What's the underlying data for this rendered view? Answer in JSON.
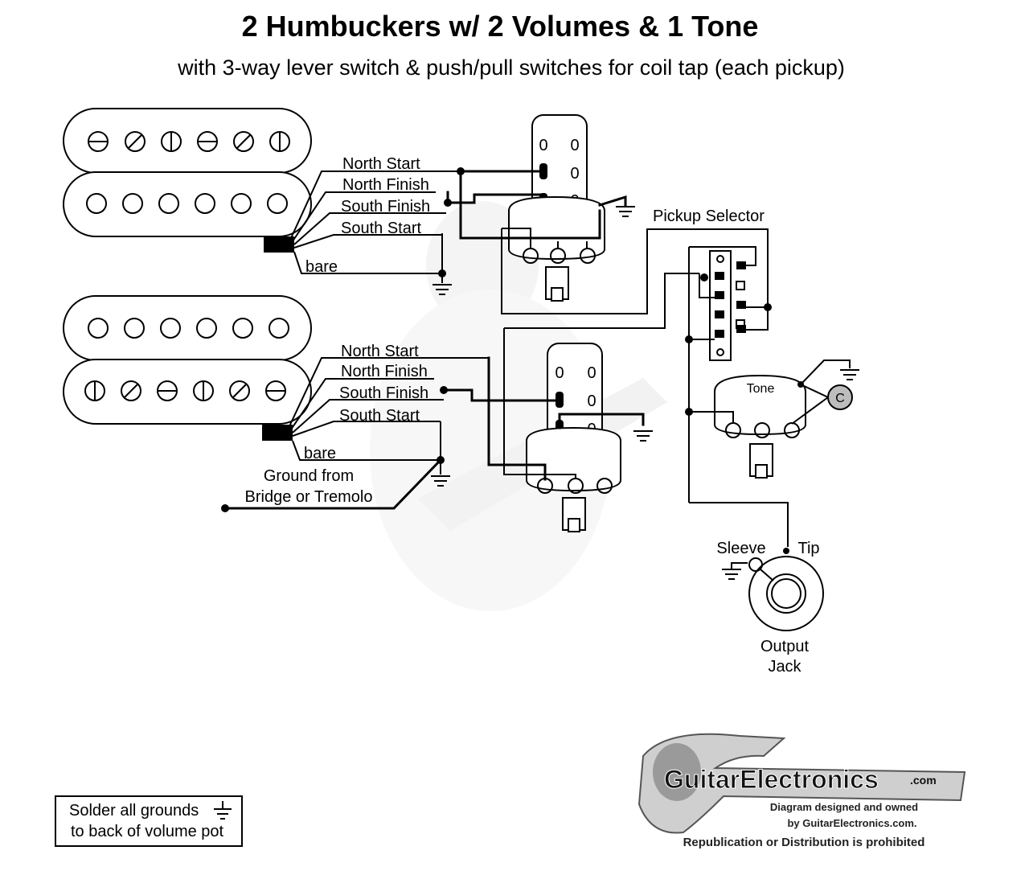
{
  "title": "2 Humbuckers w/ 2 Volumes & 1 Tone",
  "subtitle": "with 3-way lever switch & push/pull switches for coil tap (each pickup)",
  "pickups": {
    "top": {
      "wires": [
        "North Start",
        "North Finish",
        "South Finish",
        "South Start"
      ],
      "bare": "bare"
    },
    "bottom": {
      "wires": [
        "North Start",
        "North Finish",
        "South Finish",
        "South Start"
      ],
      "bare": "bare"
    }
  },
  "ground_note": {
    "line1": "Ground from",
    "line2": "Bridge or Tremolo"
  },
  "selector": {
    "label": "Pickup Selector"
  },
  "pushpull_lugs": [
    "0",
    "0",
    "0",
    "0",
    "0",
    "0"
  ],
  "tone": {
    "label": "Tone",
    "cap": "C"
  },
  "jack": {
    "sleeve": "Sleeve",
    "tip": "Tip",
    "line1": "Output",
    "line2": "Jack"
  },
  "solder_note": {
    "line1": "Solder all grounds",
    "line2": "to back of volume pot"
  },
  "logo": {
    "brand": "GuitarElectronics",
    "suffix": ".com",
    "line1": "Diagram designed and owned",
    "line2": "by GuitarElectronics.com.",
    "line3": "Republication or Distribution is prohibited"
  },
  "colors": {
    "ink": "#000000",
    "background": "#ffffff",
    "capacitor": "#bdbdbd",
    "watermark": "#e6e6e6"
  }
}
